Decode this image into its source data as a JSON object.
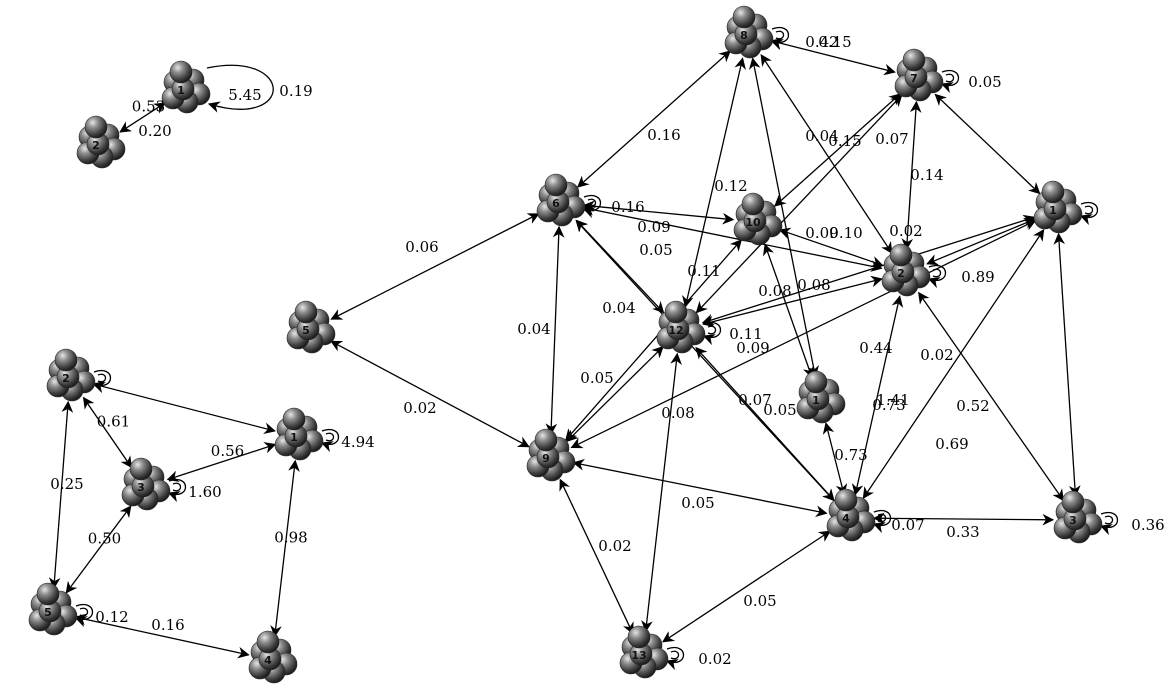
{
  "graphs": [
    {
      "nodes": [
        {
          "id": "A1",
          "label": "1"
        },
        {
          "id": "A2",
          "label": "2"
        }
      ],
      "edges": [
        {
          "from": "A1",
          "to": "A2",
          "label": "0.53"
        }
      ],
      "loops": [
        {
          "node": "A1",
          "label": "5.45"
        }
      ]
    },
    {
      "nodes": [
        {
          "id": "B1",
          "label": "1"
        },
        {
          "id": "B2",
          "label": "2"
        },
        {
          "id": "B3",
          "label": "3"
        },
        {
          "id": "B4",
          "label": "4"
        },
        {
          "id": "B5",
          "label": "5"
        }
      ],
      "edges": [
        {
          "from": "B2",
          "to": "B1",
          "label": "0.20"
        },
        {
          "from": "B2",
          "to": "B3",
          "label": "0.61"
        },
        {
          "from": "B3",
          "to": "B1",
          "label": "0.56"
        },
        {
          "from": "B2",
          "to": "B5",
          "label": "0.25"
        },
        {
          "from": "B5",
          "to": "B3",
          "label": "0.50"
        },
        {
          "from": "B1",
          "to": "B4",
          "label": "0.98"
        },
        {
          "from": "B5",
          "to": "B4",
          "label": "0.16"
        }
      ],
      "loops": [
        {
          "node": "B2",
          "label": "0.19"
        },
        {
          "node": "B1",
          "label": "4.94"
        },
        {
          "node": "B3",
          "label": "1.60"
        },
        {
          "node": "B5",
          "label": "0.12"
        }
      ]
    },
    {
      "nodes": [
        {
          "id": "C1",
          "label": "1"
        },
        {
          "id": "C1b",
          "label": "1"
        },
        {
          "id": "C2",
          "label": "2"
        },
        {
          "id": "C3",
          "label": "3"
        },
        {
          "id": "C4",
          "label": "4"
        },
        {
          "id": "C5",
          "label": "5"
        },
        {
          "id": "C6",
          "label": "6"
        },
        {
          "id": "C7",
          "label": "7"
        },
        {
          "id": "C8",
          "label": "8"
        },
        {
          "id": "C9",
          "label": "9"
        },
        {
          "id": "C10",
          "label": "10"
        },
        {
          "id": "C12",
          "label": "12"
        },
        {
          "id": "C13",
          "label": "13"
        }
      ],
      "edges": [
        {
          "from": "C8",
          "to": "C6",
          "label": "0.16"
        },
        {
          "from": "C8",
          "to": "C7",
          "label": "0.15"
        },
        {
          "from": "C8",
          "to": "C12",
          "label": "0.12"
        },
        {
          "from": "C8",
          "to": "C1b",
          "label": "0.04"
        },
        {
          "from": "C8",
          "to": "C2",
          "label": "0.15"
        },
        {
          "from": "C7",
          "to": "C10",
          "label": ""
        },
        {
          "from": "C7",
          "to": "C2",
          "label": "0.14"
        },
        {
          "from": "C7",
          "to": "C1",
          "label": "0.07"
        },
        {
          "from": "C7",
          "to": "C12",
          "label": "0.08"
        },
        {
          "from": "C6",
          "to": "C10",
          "label": "0.09"
        },
        {
          "from": "C6",
          "to": "C2",
          "label": "0.05"
        },
        {
          "from": "C6",
          "to": "C9",
          "label": "0.04"
        },
        {
          "from": "C6",
          "to": "C12",
          "label": "0.11"
        },
        {
          "from": "C6",
          "to": "C4",
          "label": "0.10"
        },
        {
          "from": "C5",
          "to": "C6",
          "label": "0.06"
        },
        {
          "from": "C5",
          "to": "C9",
          "label": "0.02"
        },
        {
          "from": "C10",
          "to": "C1b",
          "label": "0.09"
        },
        {
          "from": "C10",
          "to": "C9",
          "label": "0.04"
        },
        {
          "from": "C12",
          "to": "C2",
          "label": "0.08"
        },
        {
          "from": "C12",
          "to": "C1",
          "label": "0.09"
        },
        {
          "from": "C12",
          "to": "C9",
          "label": "0.05"
        },
        {
          "from": "C12",
          "to": "C13",
          "label": "0.08"
        },
        {
          "from": "C12",
          "to": "C4",
          "label": "0.05"
        },
        {
          "from": "C2",
          "to": "C1",
          "label": "0.44"
        },
        {
          "from": "C2",
          "to": "C4",
          "label": "1.41"
        },
        {
          "from": "C2",
          "to": "C3",
          "label": "0.52"
        },
        {
          "from": "C1",
          "to": "C9",
          "label": "0.07"
        },
        {
          "from": "C1",
          "to": "C4",
          "label": "0.73"
        },
        {
          "from": "C1",
          "to": "C3",
          "label": "0.69"
        },
        {
          "from": "C1b",
          "to": "C4",
          "label": "0.02"
        },
        {
          "from": "C9",
          "to": "C4",
          "label": "0.05"
        },
        {
          "from": "C9",
          "to": "C13",
          "label": "0.02"
        },
        {
          "from": "C4",
          "to": "C13",
          "label": "0.05"
        },
        {
          "from": "C4",
          "to": "C3",
          "label": "0.33"
        },
        {
          "from": "C10",
          "to": "C2",
          "label": "0.02"
        }
      ],
      "loops": [
        {
          "node": "C8",
          "label": "0.42"
        },
        {
          "node": "C7",
          "label": "0.05"
        },
        {
          "node": "C6",
          "label": "0.16"
        },
        {
          "node": "C2",
          "label": "0.89"
        },
        {
          "node": "C12",
          "label": "0.11"
        },
        {
          "node": "C1",
          "label": "0.73"
        },
        {
          "node": "C4",
          "label": "0.07"
        },
        {
          "node": "C3",
          "label": "0.36"
        },
        {
          "node": "C13",
          "label": "0.02"
        }
      ]
    }
  ]
}
